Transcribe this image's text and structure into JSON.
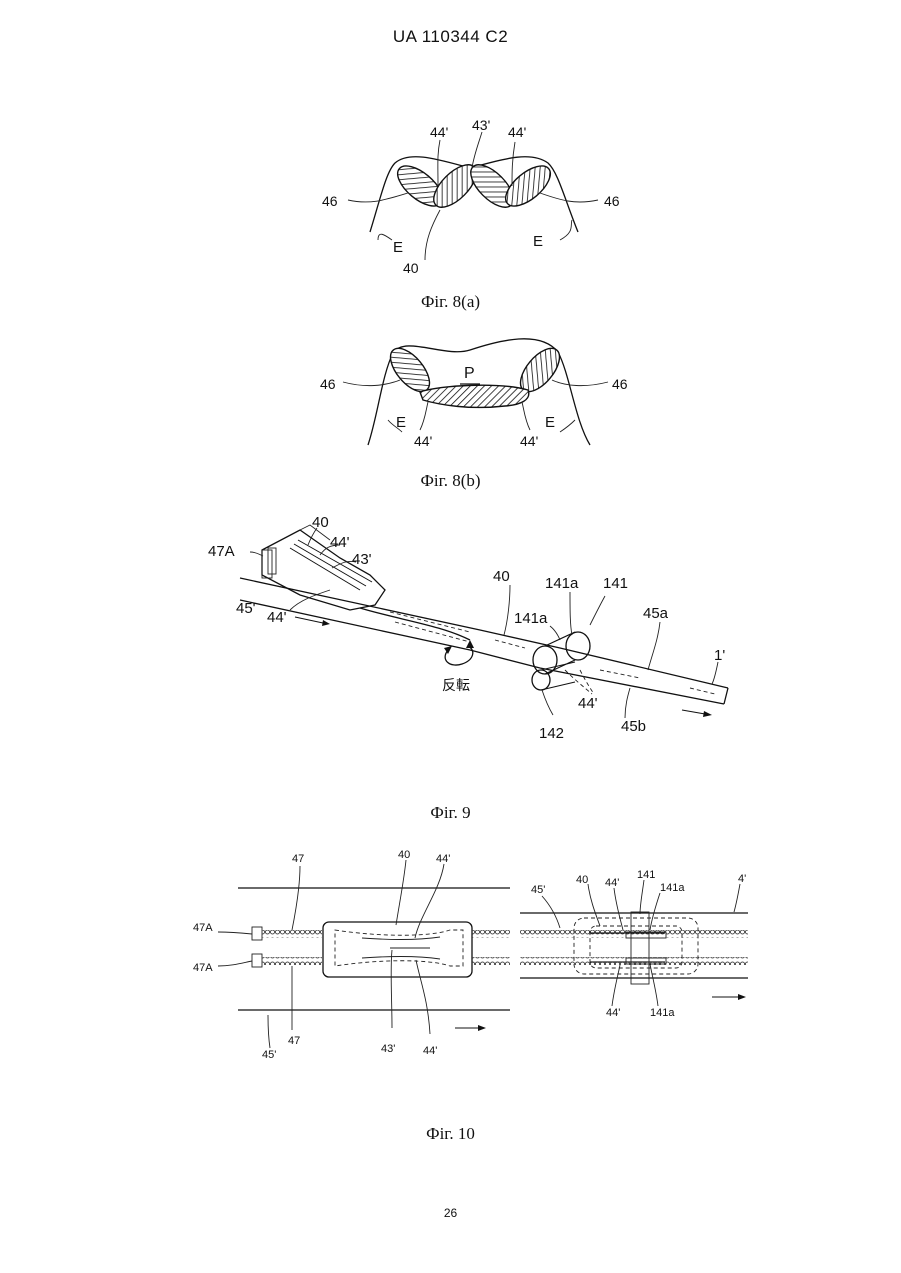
{
  "header": "UA 110344 C2",
  "page_number": "26",
  "figures": {
    "fig8a": {
      "caption": "Фіг. 8(a)",
      "labels": {
        "l44_left": "44'",
        "l43": "43'",
        "l44_right": "44'",
        "l46_left": "46",
        "l46_right": "46",
        "lE_left": "E",
        "lE_right": "E",
        "l40": "40"
      }
    },
    "fig8b": {
      "caption": "Фіг. 8(b)",
      "labels": {
        "lP": "P",
        "l46_left": "46",
        "l46_right": "46",
        "lE_left": "E",
        "lE_right": "E",
        "l44_left": "44'",
        "l44_right": "44'"
      }
    },
    "fig9": {
      "caption": "Фіг. 9",
      "labels": {
        "l40_top": "40",
        "l44": "44'",
        "l43": "43'",
        "l47A": "47A",
        "l45": "45'",
        "l44_low": "44'",
        "l40_mid": "40",
        "l141a_a": "141a",
        "l141": "141",
        "l141a_b": "141a",
        "l45a": "45a",
        "l1": "1'",
        "l44_roll": "44'",
        "l142": "142",
        "l45b": "45b",
        "reverse": "反転"
      }
    },
    "fig10": {
      "caption": "Фіг. 10",
      "left": {
        "l47_top": "47",
        "l40": "40",
        "l44_top": "44'",
        "l47A_1": "47A",
        "l47A_2": "47A",
        "l45": "45'",
        "l47_bot": "47",
        "l43": "43'",
        "l44_bot": "44'"
      },
      "right": {
        "l45": "45'",
        "l40": "40",
        "l44_top": "44'",
        "l141": "141",
        "l141a_top": "141a",
        "l4": "4'",
        "l44_bot": "44'",
        "l141a_bot": "141a"
      }
    }
  }
}
